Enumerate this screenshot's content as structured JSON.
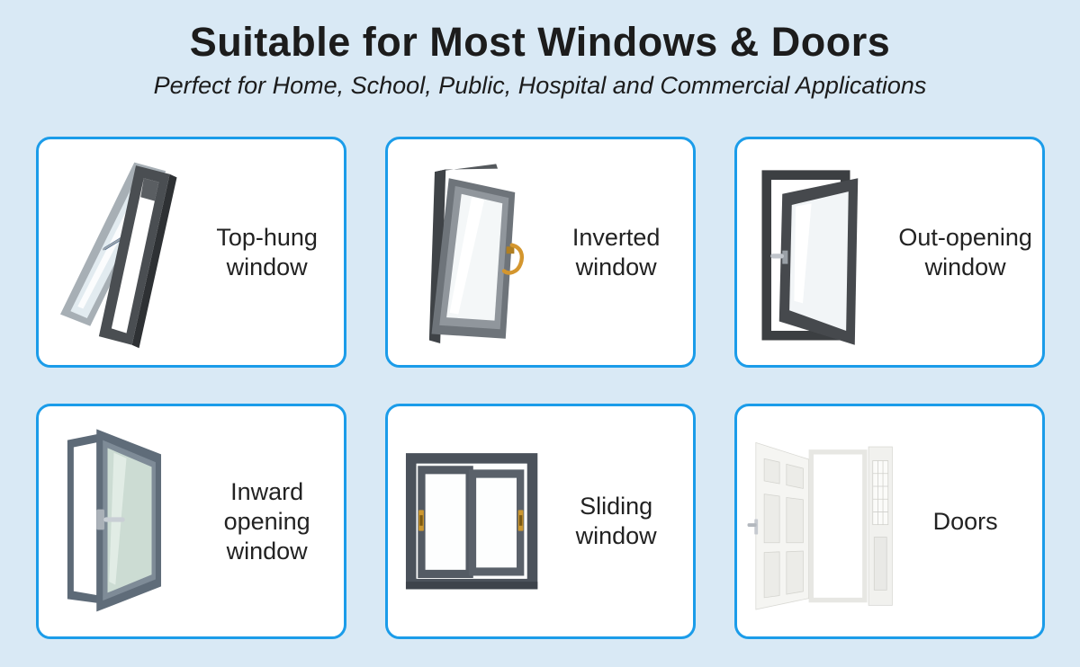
{
  "theme": {
    "background": "#d9e9f5",
    "card_background": "#ffffff",
    "card_border": "#1b9ce9",
    "title_color": "#1c1c1c",
    "label_color": "#222222",
    "frame_dark_gray": "#46494d",
    "frame_blue_gray": "#5d6a77",
    "handle_gold": "#d4962e",
    "handle_silver": "#c0c5cb"
  },
  "header": {
    "title": "Suitable for Most Windows & Doors",
    "subtitle": "Perfect for Home, School, Public, Hospital and Commercial Applications"
  },
  "cards": [
    {
      "id": "top-hung-window",
      "label": "Top-hung window"
    },
    {
      "id": "inverted-window",
      "label": "Inverted window"
    },
    {
      "id": "out-opening-window",
      "label": "Out-opening window"
    },
    {
      "id": "inward-opening-window",
      "label": "Inward opening window"
    },
    {
      "id": "sliding-window",
      "label": "Sliding window"
    },
    {
      "id": "doors",
      "label": "Doors"
    }
  ]
}
